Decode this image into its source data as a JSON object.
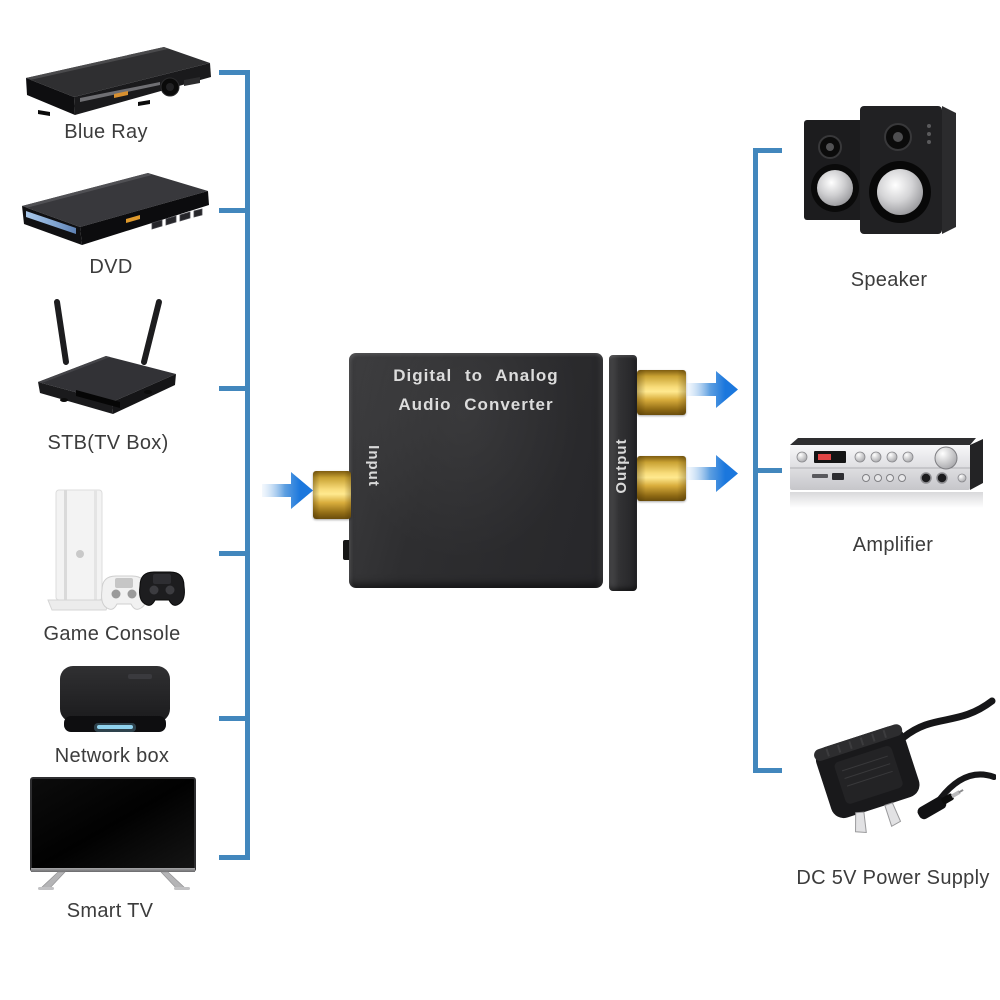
{
  "diagram": {
    "converter": {
      "title_line1": "Digital to Analog",
      "title_line2": "Audio Converter",
      "input_label": "Input",
      "output_label": "Output"
    },
    "sources": [
      {
        "label": "Blue Ray"
      },
      {
        "label": "DVD"
      },
      {
        "label": "STB(TV Box)"
      },
      {
        "label": "Game Console"
      },
      {
        "label": "Network box"
      },
      {
        "label": "Smart TV"
      }
    ],
    "sinks": [
      {
        "label": "Speaker"
      },
      {
        "label": "Amplifier"
      },
      {
        "label": "DC 5V Power Supply"
      }
    ],
    "colors": {
      "bus_line": "#4287bd",
      "arrow": "#1b77dd",
      "label_text": "#3c3c3c",
      "converter_body": "#2e2e30",
      "connector_gold": "#e3b94e",
      "background": "#ffffff"
    }
  }
}
